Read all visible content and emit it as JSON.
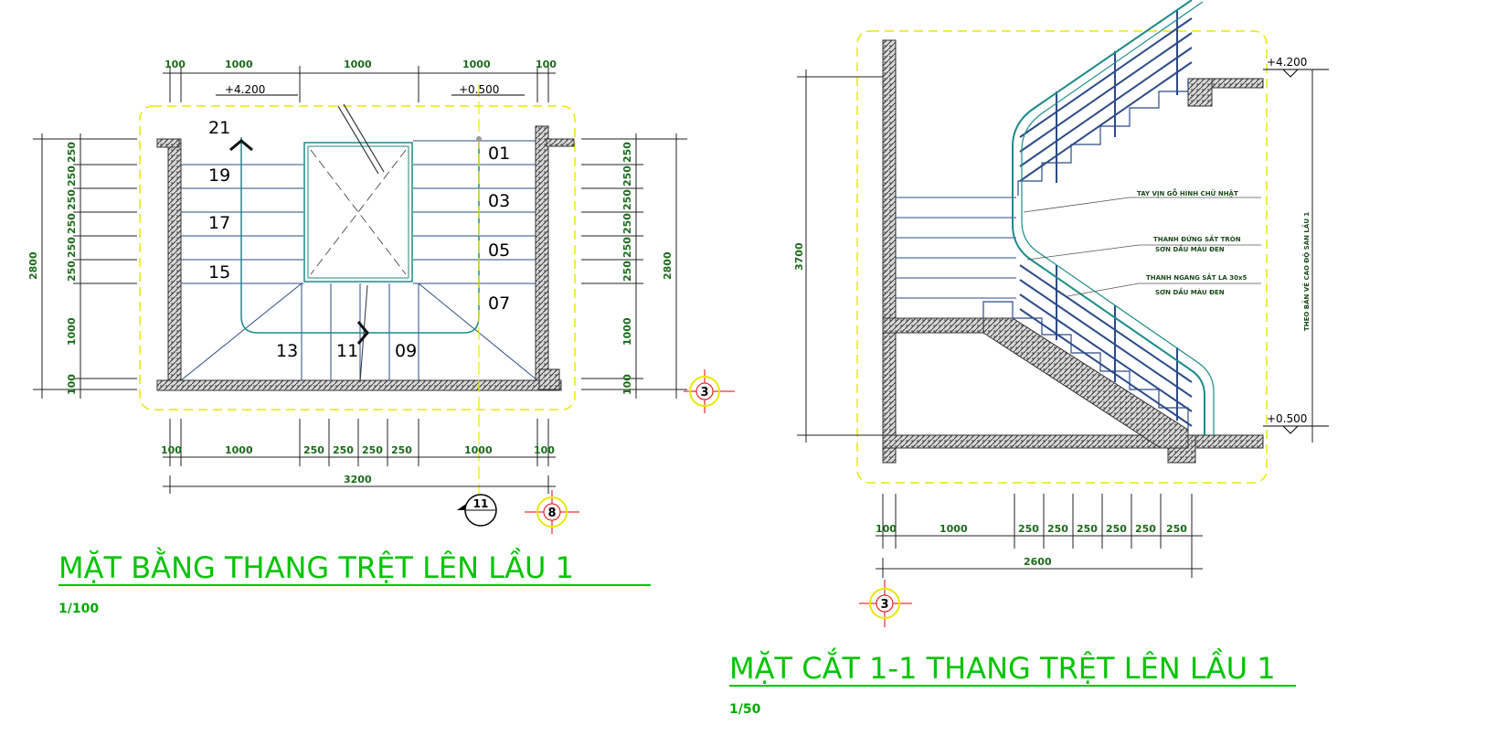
{
  "plan": {
    "title": "MẶT BẰNG THANG TRỆT LÊN LẦU 1",
    "scale": "1/100",
    "top_dims": [
      "100",
      "1000",
      "1000",
      "1000",
      "100"
    ],
    "bottom_dims": [
      "100",
      "1000",
      "250",
      "250",
      "250",
      "250",
      "1000",
      "100"
    ],
    "bottom_total": "3200",
    "left_total": "2800",
    "left_lower": "1000",
    "left_base": "100",
    "left_risers": [
      "250",
      "250",
      "250",
      "250",
      "250",
      "250"
    ],
    "right_total": "2800",
    "right_lower": "1000",
    "right_base": "100",
    "right_risers": [
      "250",
      "250",
      "250",
      "250",
      "250",
      "250"
    ],
    "elev_left": "+4.200",
    "elev_right": "+0.500",
    "step_numbers": [
      "21",
      "19",
      "17",
      "15",
      "13",
      "11",
      "09",
      "07",
      "05",
      "03",
      "01"
    ],
    "section_marker": "11",
    "grid_marker_right": "3",
    "grid_marker_bottom": "8"
  },
  "section": {
    "title": "MẶT CẮT 1-1 THANG TRỆT LÊN LẦU 1",
    "scale": "1/50",
    "elev_top": "+4.200",
    "elev_bottom": "+0.500",
    "left_height": "3700",
    "bottom_dims": [
      "100",
      "1000",
      "250",
      "250",
      "250",
      "250",
      "250",
      "250"
    ],
    "bottom_total": "2600",
    "notes": [
      "TAY VỊN GỖ HÌNH CHỮ NHẬT",
      "THANH ĐỨNG SẮT TRÒN",
      "SƠN DẦU MÀU ĐEN",
      "THANH NGANG SẮT LA 30x5",
      "SƠN DẦU MÀU ĐEN"
    ],
    "right_note": "THEO BẢN VẼ CAO ĐỘ SÀN LẦU 1",
    "grid_marker": "3"
  }
}
